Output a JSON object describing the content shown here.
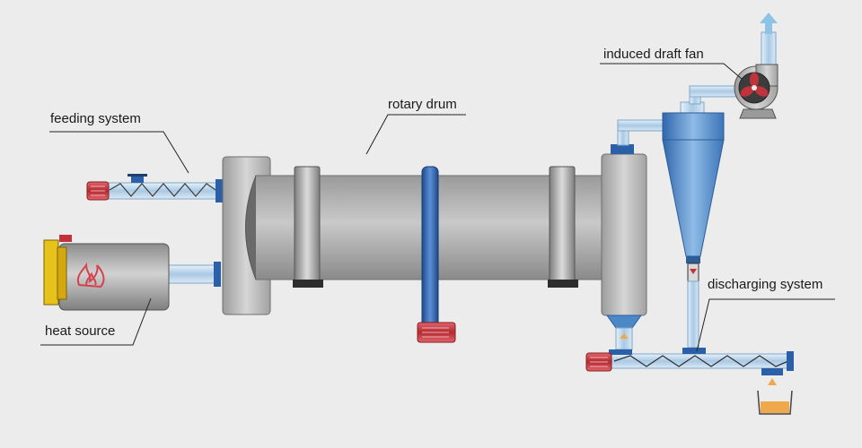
{
  "labels": {
    "feeding_system": "feeding system",
    "rotary_drum": "rotary drum",
    "induced_draft_fan": "induced draft fan",
    "heat_source": "heat source",
    "discharging_system": "discharging system"
  },
  "colors": {
    "background": "#ececec",
    "drum": "#a6a6a6",
    "pipe": "#b8d4ea",
    "blue_column": "#2e5fae",
    "cyclone": "#4c87c8",
    "motor_red": "#c0333b",
    "burner_yellow": "#e7c21a",
    "flame_red": "#d6434d",
    "exhaust_arrow": "#8fc3e6",
    "material_orange": "#f0a94a"
  },
  "icons": {
    "fan": "fan-icon",
    "flame": "flame-icon",
    "exhaust": "arrow-up-icon"
  }
}
